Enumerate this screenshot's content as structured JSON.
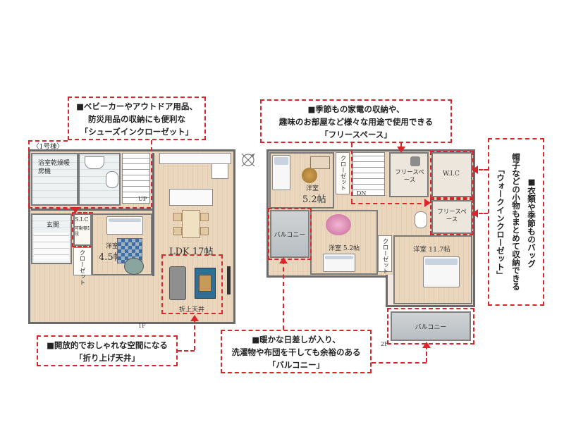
{
  "callouts": {
    "shoes": {
      "lines": [
        "■ベビーカーやアウトドア用品、",
        "防災用品の収納にも便利な",
        "「シューズインクローゼット」"
      ]
    },
    "free": {
      "lines": [
        "■季節もの家電の収納や、",
        "趣味のお部屋など様々な用途で使用できる",
        "「フリースペース」"
      ]
    },
    "wic": {
      "lines": [
        "■衣類や季節ものバッグ",
        "帽子などの小物もまとめて収納できる",
        "「ウォークインクローゼット」"
      ]
    },
    "ceiling": {
      "lines": [
        "■開放的でおしゃれな空間になる",
        "「折り上げ天井」"
      ]
    },
    "balcony": {
      "lines": [
        "■暖かな日差しが入り、",
        "洗濯物や布団を干しても余裕のある",
        "「バルコニー」"
      ]
    }
  },
  "floor1": {
    "building_label": "〈1号棟〉",
    "floor_label": "1F",
    "rooms": {
      "bath": "浴室乾燥暖房機",
      "entrance": "玄関",
      "sic": "S.I.C",
      "sic_shelf": "可動棚1段",
      "western": "洋室",
      "western_size": "4.5帖",
      "closet": "クローゼット",
      "ldk": "LDK 17帖",
      "ceiling": "折上天井",
      "up": "UP"
    }
  },
  "floor2": {
    "floor_label": "2F",
    "rooms": {
      "room1": "洋室",
      "room1_size": "5.2帖",
      "closet1": "クローゼット",
      "free1": "フリースペース",
      "wic": "W.I.C",
      "free2": "フリースペース",
      "dn": "DN",
      "balcony1": "バルコニー",
      "room2": "洋室 5.2帖",
      "closet2": "クローゼット",
      "room3": "洋室 11.7帖",
      "balcony2": "バルコニー"
    }
  },
  "colors": {
    "accent": "#d9262c",
    "wall": "#6b6b6b",
    "floor": "#e9d6bd"
  }
}
